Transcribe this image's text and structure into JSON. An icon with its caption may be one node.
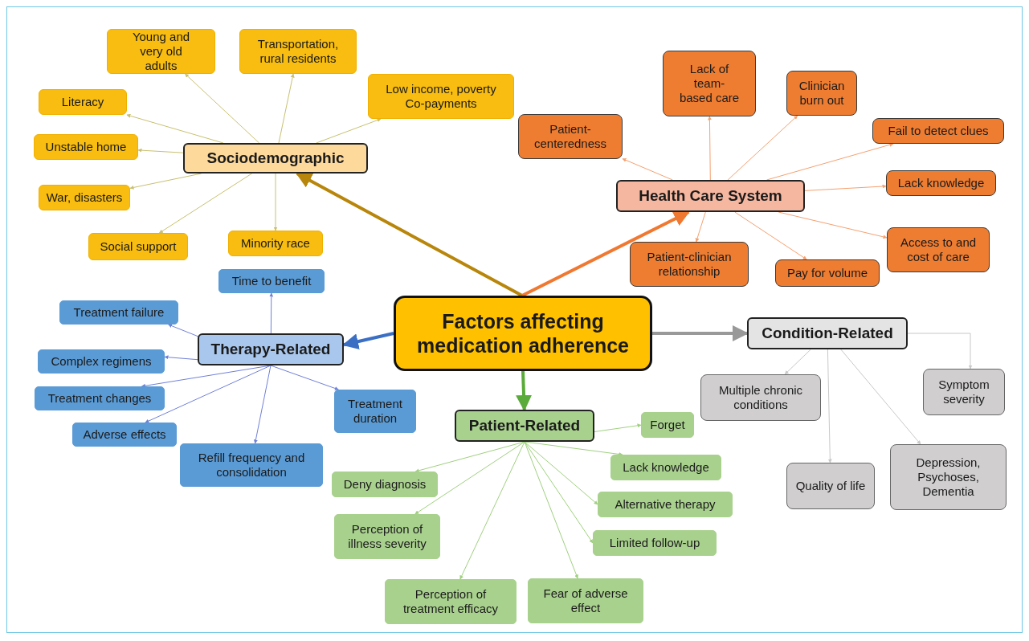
{
  "diagram": {
    "nodes": [
      {
        "text": [
          "Factors affecting medication adherence"
        ]
      },
      {
        "text": [
          "Sociodemographic"
        ]
      },
      {
        "text": [
          "Young and very old adults"
        ]
      },
      {
        "text": [
          "Transportation, rural residents"
        ]
      },
      {
        "text": [
          "Low income, poverty Co-payments"
        ]
      },
      {
        "text": [
          "Literacy"
        ]
      },
      {
        "text": [
          "Unstable home"
        ]
      },
      {
        "text": [
          "War, disasters"
        ]
      },
      {
        "text": [
          "Social support"
        ]
      },
      {
        "text": [
          "Minority race"
        ]
      },
      {
        "text": [
          "Health Care System"
        ]
      },
      {
        "text": [
          "Patient-centeredness"
        ]
      },
      {
        "text": [
          "Lack of team-based care"
        ]
      },
      {
        "text": [
          "Clinician burn out"
        ]
      },
      {
        "text": [
          "Fail to detect clues"
        ]
      },
      {
        "text": [
          "Lack knowledge"
        ]
      },
      {
        "text": [
          "Access to and cost of care"
        ]
      },
      {
        "text": [
          "Pay for volume"
        ]
      },
      {
        "text": [
          "Patient-clinician relationship"
        ]
      },
      {
        "text": [
          "Therapy-Related"
        ]
      },
      {
        "text": [
          "Time to benefit"
        ]
      },
      {
        "text": [
          "Treatment failure"
        ]
      },
      {
        "text": [
          "Complex regimens"
        ]
      },
      {
        "text": [
          "Treatment changes"
        ]
      },
      {
        "text": [
          "Adverse effects"
        ]
      },
      {
        "text": [
          "Refill frequency and consolidation"
        ]
      },
      {
        "text": [
          "Treatment duration"
        ]
      },
      {
        "text": [
          "Patient-Related"
        ]
      },
      {
        "text": [
          "Forget"
        ]
      },
      {
        "text": [
          "Lack knowledge"
        ]
      },
      {
        "text": [
          "Alternative therapy"
        ]
      },
      {
        "text": [
          "Limited follow-up"
        ]
      },
      {
        "text": [
          "Fear of adverse effect"
        ]
      },
      {
        "text": [
          "Perception of treatment efficacy"
        ]
      },
      {
        "text": [
          "Perception of illness severity"
        ]
      },
      {
        "text": [
          "Deny diagnosis"
        ]
      },
      {
        "text": [
          "Condition-Related"
        ]
      },
      {
        "text": [
          "Multiple chronic conditions"
        ]
      },
      {
        "text": [
          "Symptom severity"
        ]
      },
      {
        "text": [
          "Quality of life"
        ]
      },
      {
        "text": [
          "Depression, Psychoses, Dementia"
        ]
      }
    ],
    "edges": [
      {
        "from": 0,
        "to": 1,
        "arrow": "to",
        "style": "thick",
        "color": "#b8860b"
      },
      {
        "from": 0,
        "to": 10,
        "arrow": "to",
        "style": "thick",
        "color": "#f07830"
      },
      {
        "from": 0,
        "to": 19,
        "arrow": "to",
        "style": "thick",
        "color": "#3a6fc4"
      },
      {
        "from": 0,
        "to": 27,
        "arrow": "to",
        "style": "thick",
        "color": "#5aab3a"
      },
      {
        "from": 0,
        "to": 36,
        "arrow": "to",
        "style": "thick",
        "color": "#999999"
      },
      {
        "from": 1,
        "to": 2,
        "arrow": "to",
        "color": "#c8c070"
      },
      {
        "from": 1,
        "to": 3,
        "arrow": "to",
        "color": "#c8c070"
      },
      {
        "from": 1,
        "to": 4,
        "arrow": "to",
        "color": "#c8c070"
      },
      {
        "from": 1,
        "to": 5,
        "arrow": "to",
        "color": "#c8c070"
      },
      {
        "from": 1,
        "to": 6,
        "arrow": "to",
        "color": "#c8c070"
      },
      {
        "from": 1,
        "to": 7,
        "arrow": "to",
        "color": "#c8c070"
      },
      {
        "from": 1,
        "to": 8,
        "arrow": "to",
        "color": "#c8c070"
      },
      {
        "from": 1,
        "to": 9,
        "arrow": "to",
        "color": "#c8c070"
      },
      {
        "from": 10,
        "to": 11,
        "arrow": "to",
        "color": "#f5a070"
      },
      {
        "from": 10,
        "to": 12,
        "arrow": "to",
        "color": "#f5a070"
      },
      {
        "from": 10,
        "to": 13,
        "arrow": "to",
        "color": "#f5a070"
      },
      {
        "from": 10,
        "to": 14,
        "arrow": "to",
        "color": "#f5a070"
      },
      {
        "from": 10,
        "to": 15,
        "arrow": "to",
        "color": "#f5a070"
      },
      {
        "from": 10,
        "to": 16,
        "arrow": "to",
        "color": "#f5a070"
      },
      {
        "from": 10,
        "to": 17,
        "arrow": "to",
        "color": "#f5a070"
      },
      {
        "from": 10,
        "to": 18,
        "arrow": "to",
        "color": "#f5a070"
      },
      {
        "from": 19,
        "to": 20,
        "arrow": "to",
        "color": "#7080d8"
      },
      {
        "from": 19,
        "to": 21,
        "arrow": "to",
        "color": "#7080d8"
      },
      {
        "from": 19,
        "to": 22,
        "arrow": "to",
        "color": "#7080d8"
      },
      {
        "from": 19,
        "to": 23,
        "arrow": "to",
        "color": "#7080d8"
      },
      {
        "from": 19,
        "to": 24,
        "arrow": "to",
        "color": "#7080d8"
      },
      {
        "from": 19,
        "to": 25,
        "arrow": "to",
        "color": "#7080d8"
      },
      {
        "from": 19,
        "to": 26,
        "arrow": "to",
        "color": "#7080d8"
      },
      {
        "from": 27,
        "to": 28,
        "arrow": "to",
        "color": "#a0d080"
      },
      {
        "from": 27,
        "to": 29,
        "arrow": "to",
        "color": "#a0d080"
      },
      {
        "from": 27,
        "to": 30,
        "arrow": "to",
        "color": "#a0d080"
      },
      {
        "from": 27,
        "to": 31,
        "arrow": "to",
        "color": "#a0d080"
      },
      {
        "from": 27,
        "to": 32,
        "arrow": "to",
        "color": "#a0d080"
      },
      {
        "from": 27,
        "to": 33,
        "arrow": "to",
        "color": "#a0d080"
      },
      {
        "from": 27,
        "to": 34,
        "arrow": "to",
        "color": "#a0d080"
      },
      {
        "from": 27,
        "to": 35,
        "arrow": "to",
        "color": "#a0d080"
      },
      {
        "from": 36,
        "to": 37,
        "arrow": "to",
        "color": "#c8c8c8"
      },
      {
        "from": 36,
        "to": 38,
        "arrow": "to",
        "color": "#c8c8c8"
      },
      {
        "from": 36,
        "to": 39,
        "arrow": "to",
        "color": "#c8c8c8"
      },
      {
        "from": 36,
        "to": 40,
        "arrow": "to",
        "color": "#c8c8c8"
      }
    ]
  }
}
